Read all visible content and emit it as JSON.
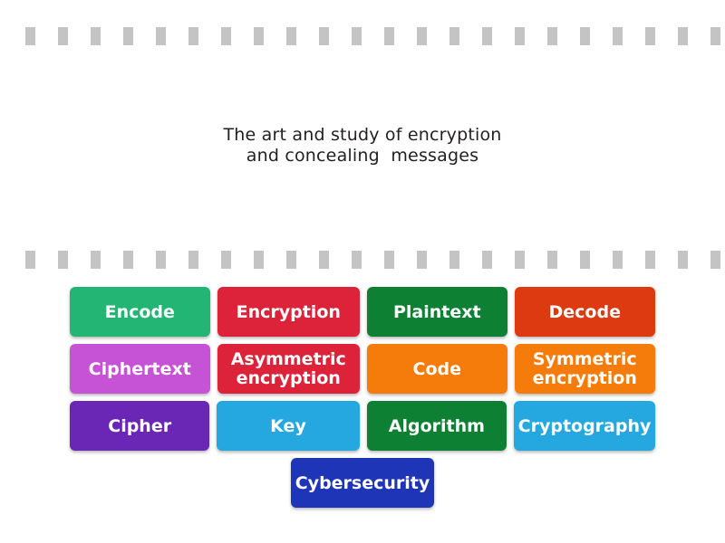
{
  "page": {
    "background_color": "#ffffff",
    "prompt": {
      "line1": "The art and study of encryption",
      "line2": "and concealing  messages",
      "text_color": "#231f20"
    },
    "dashes": {
      "color": "#c4c4c4",
      "count_per_row": 23,
      "rows": [
        "top-separator",
        "middle-separator"
      ]
    }
  },
  "tiles": {
    "rows": [
      [
        {
          "label": "Encode",
          "color": "#22b573"
        },
        {
          "label": "Encryption",
          "color": "#dc2339"
        },
        {
          "label": "Plaintext",
          "color": "#0d8034"
        },
        {
          "label": "Decode",
          "color": "#de3a11"
        }
      ],
      [
        {
          "label": "Ciphertext",
          "color": "#c653d6"
        },
        {
          "label": "Asymmetric\nencryption",
          "color": "#dc2339"
        },
        {
          "label": "Code",
          "color": "#f57c0a"
        },
        {
          "label": "Symmetric\nencryption",
          "color": "#f57c0a"
        }
      ],
      [
        {
          "label": "Cipher",
          "color": "#6a27b5"
        },
        {
          "label": "Key",
          "color": "#25a8e0"
        },
        {
          "label": "Algorithm",
          "color": "#0d8034"
        },
        {
          "label": "Cryptography",
          "color": "#25a8e0"
        }
      ],
      [
        {
          "label": "Cybersecurity",
          "color": "#1f35b8"
        }
      ]
    ]
  }
}
